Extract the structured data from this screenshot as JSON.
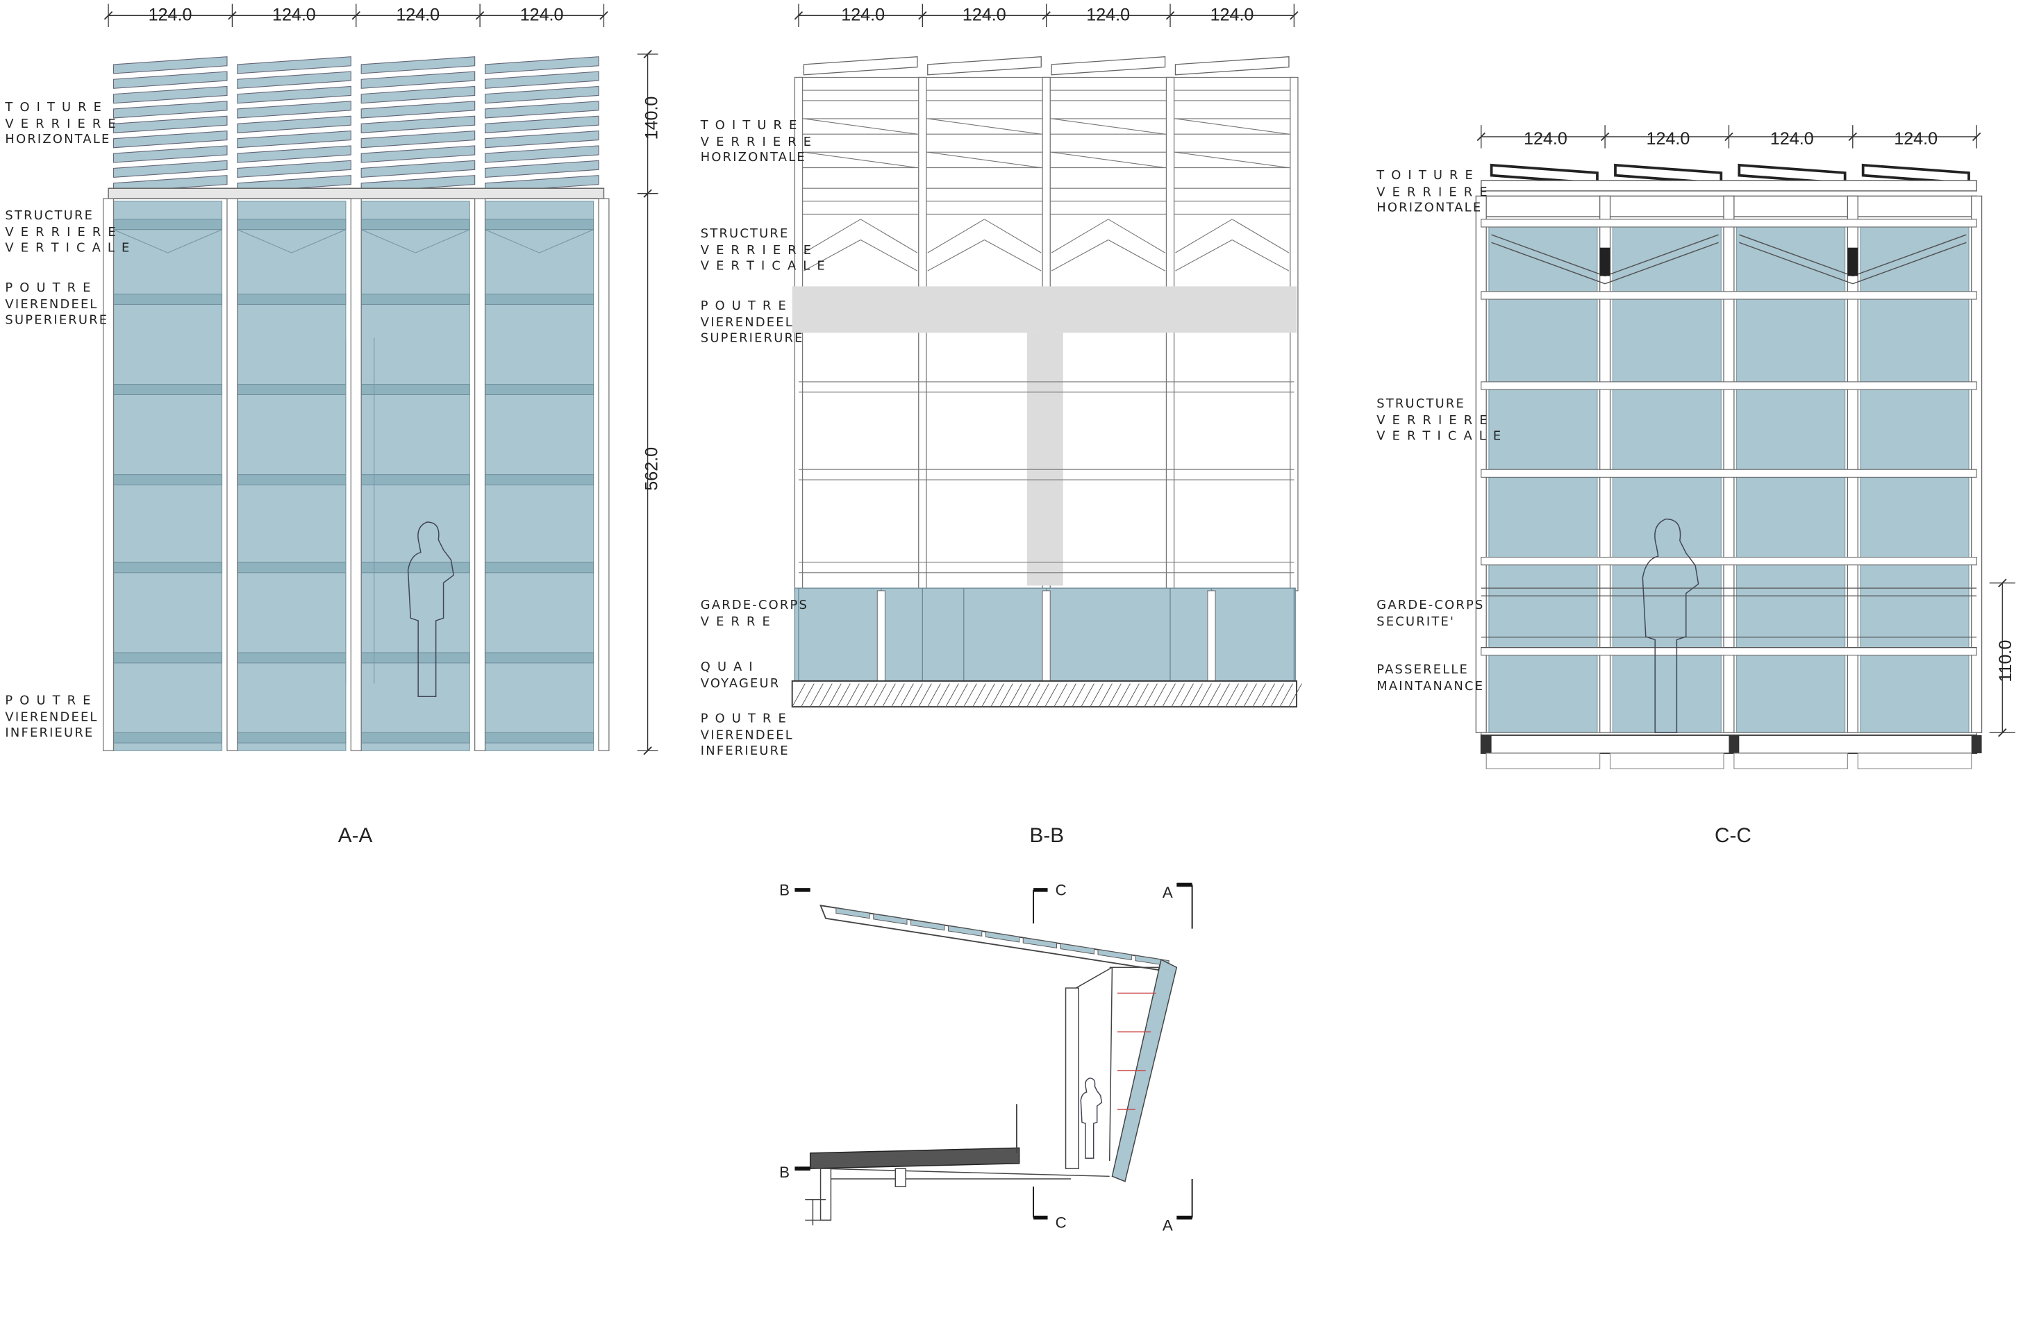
{
  "colors": {
    "glass": "#a9c6d1",
    "glass_dark": "#8fb2bf",
    "line": "#555555",
    "slab": "#dcdcdc"
  },
  "views": {
    "aa": {
      "title": "A-A",
      "bay_dims": [
        "124.0",
        "124.0",
        "124.0",
        "124.0"
      ],
      "height_dims": [
        "140.0",
        "562.0"
      ],
      "labels": [
        [
          "T O I T U R E",
          "V E R R I E R E",
          "HORIZONTALE"
        ],
        [
          "STRUCTURE",
          "V E R R I E R E",
          "V E R T I C A L E"
        ],
        [
          "P O U T R E",
          "VIERENDEEL",
          "SUPERIERURE"
        ],
        [
          "P O U T R E",
          "VIERENDEEL",
          "INFERIEURE"
        ]
      ]
    },
    "bb": {
      "title": "B-B",
      "bay_dims": [
        "124.0",
        "124.0",
        "124.0",
        "124.0"
      ],
      "labels": [
        [
          "T O I T U R E",
          "V E R R I E R E",
          "HORIZONTALE"
        ],
        [
          "STRUCTURE",
          "V E R R I E R E",
          "V E R T I C A L E"
        ],
        [
          "P O U T R E",
          "VIERENDEEL",
          "SUPERIERURE"
        ],
        [
          "GARDE-CORPS",
          "V E R R E"
        ],
        [
          "Q U A I",
          "VOYAGEUR"
        ],
        [
          "P O U T R E",
          "VIERENDEEL",
          "INFERIEURE"
        ]
      ]
    },
    "cc": {
      "title": "C-C",
      "bay_dims": [
        "124.0",
        "124.0",
        "124.0",
        "124.0"
      ],
      "height_dims": [
        "110.0"
      ],
      "labels": [
        [
          "T O I T U R E",
          "V E R R I E R E",
          "HORIZONTALE"
        ],
        [
          "STRUCTURE",
          "V E R R I E R E",
          "V E R T I C A L E"
        ],
        [
          "GARDE-CORPS",
          "SECURITE'"
        ],
        [
          "PASSERELLE",
          "MAINTANANCE"
        ]
      ]
    },
    "section": {
      "markers": {
        "a": "A",
        "b": "B",
        "c": "C"
      }
    }
  }
}
